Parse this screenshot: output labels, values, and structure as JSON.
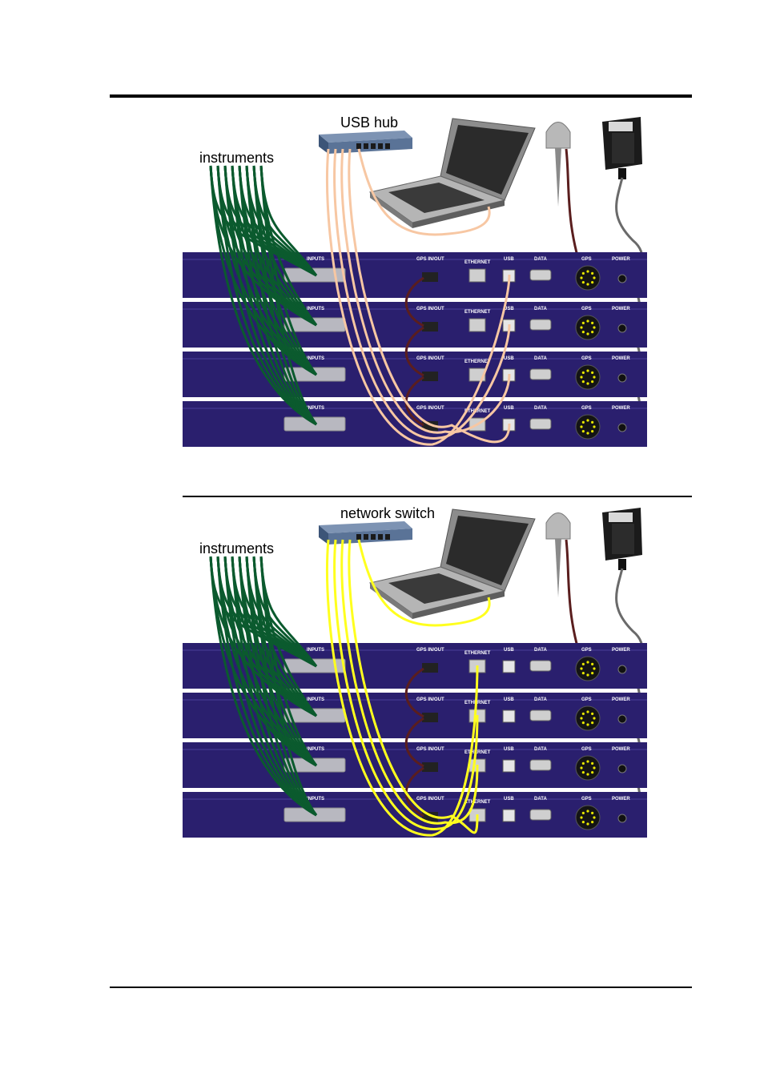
{
  "figure1": {
    "hub_label": "USB hub",
    "instruments_label": "instruments",
    "cable_color": "#f7c7a3"
  },
  "figure2": {
    "hub_label": "network switch",
    "instruments_label": "instruments",
    "cable_color": "#ffff1e"
  },
  "panel_labels": {
    "inputs": "INPUTS",
    "gps_in_out": "GPS IN/OUT",
    "ethernet": "ETHERNET",
    "usb": "USB",
    "data": "DATA",
    "gps": "GPS",
    "power": "POWER"
  },
  "colors": {
    "panel": "#2a1f6e",
    "instrument_cable": "#0b5a2e",
    "gps_cable": "#5a1e1e",
    "power_cable": "#6a6a6a"
  }
}
